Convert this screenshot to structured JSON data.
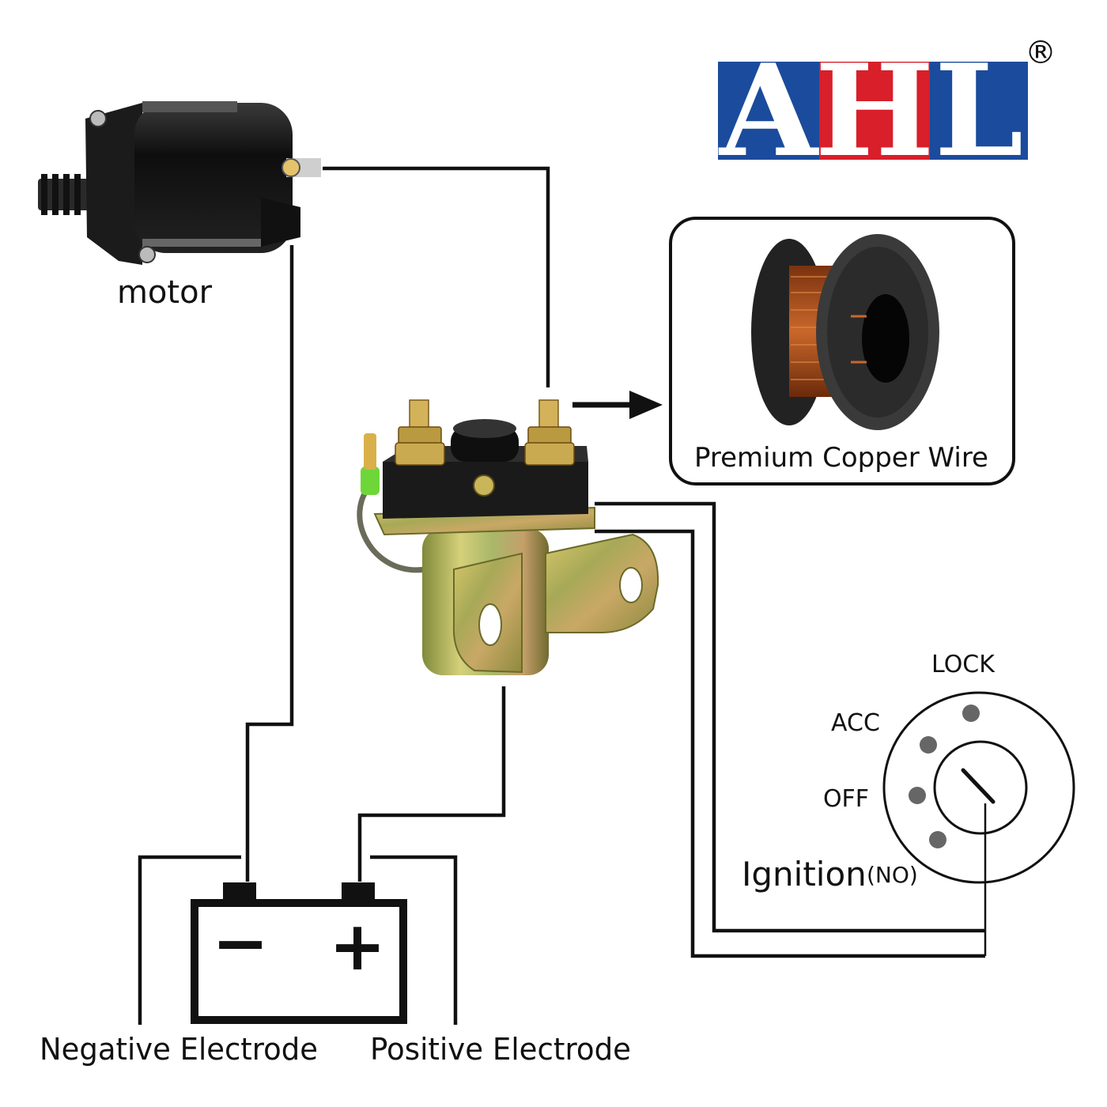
{
  "brand": {
    "letters": [
      "A",
      "H",
      "L"
    ],
    "registered_mark": "®",
    "colors": {
      "A": "#1b4b9c",
      "H": "#d81f2a",
      "L": "#1b4b9c"
    }
  },
  "labels": {
    "motor": "motor",
    "copper_wire": "Premium Copper Wire",
    "negative": "Negative Electrode",
    "positive": "Positive Electrode",
    "ignition": "Ignition",
    "ignition_note": "(NO)"
  },
  "ignition_positions": [
    "LOCK",
    "ACC",
    "OFF"
  ],
  "battery_symbols": {
    "negative": "−",
    "positive": "+"
  },
  "colors": {
    "wire": "#111111",
    "copper": "#b5561c",
    "spool": "#2b2b2b",
    "solenoid_body": "#c9b65a",
    "solenoid_cap": "#1a1a1a",
    "motor_body": "#151515"
  }
}
